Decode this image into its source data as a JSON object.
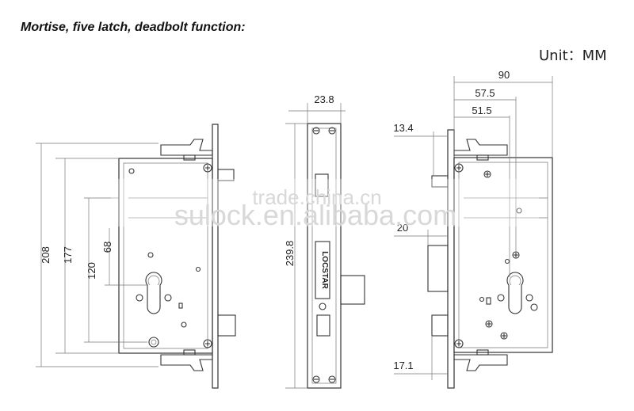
{
  "title": "Mortise, five latch, deadbolt function:",
  "unit": "Unit：MM",
  "dimensions": {
    "d208": "208",
    "d177": "177",
    "d120": "120",
    "d68": "68",
    "d23_8": "23.8",
    "d239_8": "239.8",
    "d90": "90",
    "d57_5": "57.5",
    "d51_5": "51.5",
    "d13_4": "13.4",
    "d20": "20",
    "d17_1": "17.1"
  },
  "faceplate_brand": "LOCSTAR",
  "watermarks": {
    "line1": "trade.china.cn",
    "line2": "sulock.en.alibaba.com"
  }
}
